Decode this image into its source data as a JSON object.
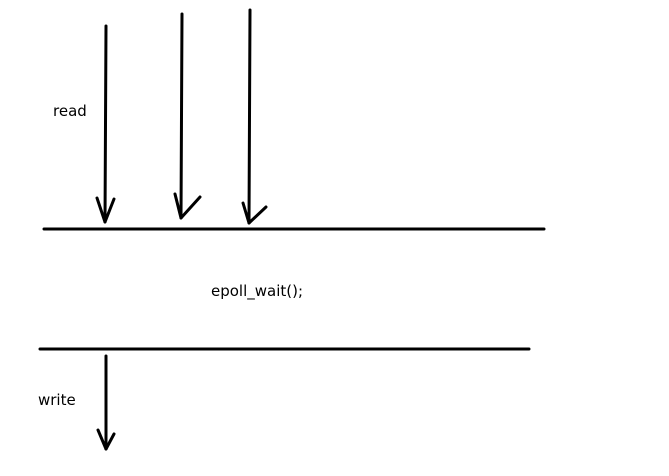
{
  "labels": {
    "read": "read",
    "call": "epoll_wait();",
    "write": "write"
  },
  "colors": {
    "ink": "#000000",
    "background": "#ffffff"
  }
}
